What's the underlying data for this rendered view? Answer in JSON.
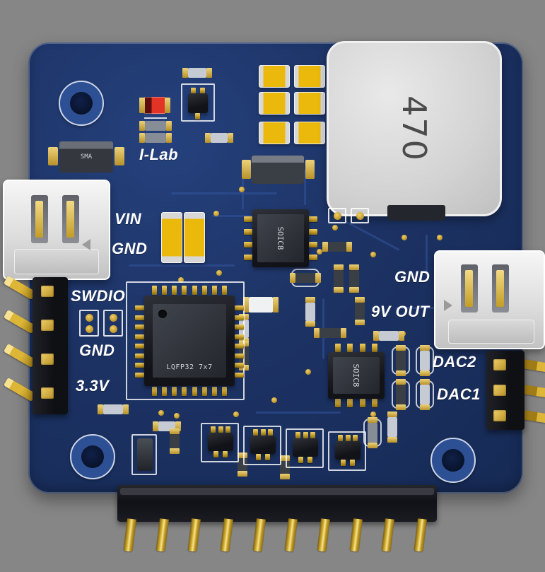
{
  "silkscreen": {
    "brand": "I-Lab",
    "vin": "VIN",
    "gnd_left": "GND",
    "swdio": "SWDIO",
    "gnd_mcu": "GND",
    "v33": "3.3V",
    "gnd_right": "GND",
    "v9out": "9V OUT",
    "dac2": "DAC2",
    "dac1": "DAC1"
  },
  "markings": {
    "inductor": "470",
    "soic8_top": "SOIC8",
    "soic8_bottom": "SOIC8",
    "mcu": "LQFP32 7x7",
    "diode": "SMA"
  },
  "colors": {
    "background": "#868686",
    "board_blue": "#1c3263",
    "silkscreen_white": "#ffffff",
    "pad_gold": "#c9a22c",
    "inductor_gray": "#d9d9d9",
    "capacitor_yellow": "#e9b80c",
    "led_red": "#e23326",
    "connector_white": "#ececec",
    "header_black": "#15161a"
  }
}
